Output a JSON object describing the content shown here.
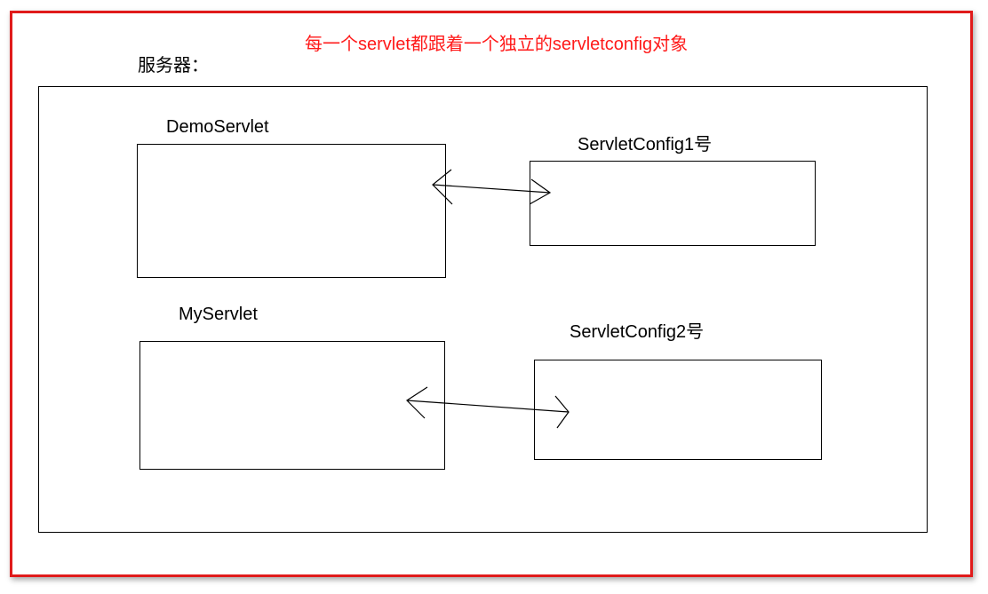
{
  "caption": "每一个servlet都跟着一个独立的servletconfig对象",
  "server_label": "服务器：",
  "nodes": {
    "demo_servlet": "DemoServlet",
    "servlet_config_1": "ServletConfig1号",
    "my_servlet": "MyServlet",
    "servlet_config_2": "ServletConfig2号"
  },
  "colors": {
    "frame": "#e01b1b",
    "caption": "#ff1a1a",
    "lines": "#000000"
  }
}
